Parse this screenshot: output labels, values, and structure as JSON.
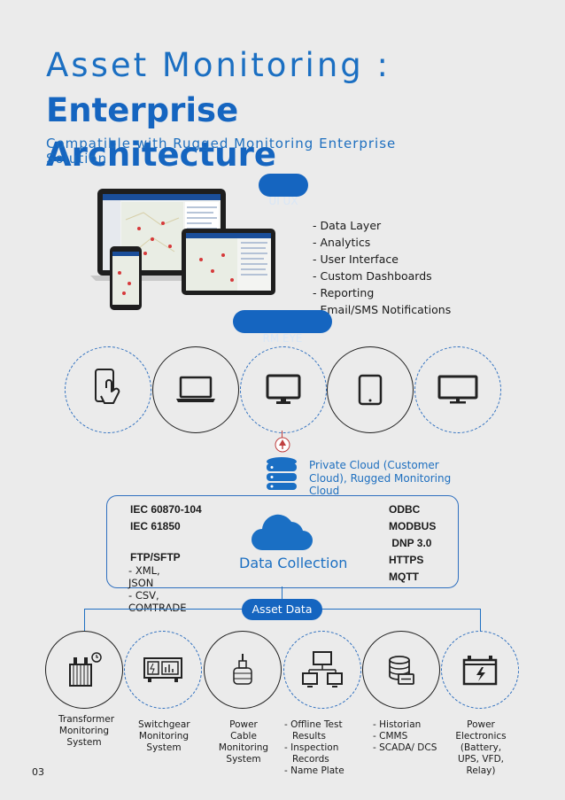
{
  "header": {
    "title_line1": "Asset Monitoring :",
    "title_line2": "Enterprise Architecture",
    "subtitle": "Compatible with Rugged Monitoring Enterprise Solution"
  },
  "uiux": {
    "pill_label": "UI UX",
    "features": [
      "Data Layer",
      "Analytics",
      "User Interface",
      "Custom Dashboards",
      "Reporting",
      "Email/SMS Notifications"
    ]
  },
  "rm_eye": {
    "pill_label": "RM EYE"
  },
  "devices": [
    "mobile-touch-icon",
    "laptop-icon",
    "desktop-icon",
    "tablet-icon",
    "monitor-icon"
  ],
  "cloud": {
    "label": "Private Cloud (Customer Cloud),  Rugged Monitoring Cloud"
  },
  "data_collection": {
    "label": "Data Collection",
    "left_protocols": [
      "IEC 60870-104",
      "IEC 61850"
    ],
    "ftp_label": "FTP/SFTP",
    "formats": [
      "XML, JSON",
      "CSV, COMTRADE"
    ],
    "right_protocols": [
      "ODBC",
      "MODBUS",
      " DNP 3.0",
      "HTTPS",
      "MQTT"
    ]
  },
  "asset_data": {
    "label": "Asset Data"
  },
  "sources": [
    {
      "label": "Transformer Monitoring System"
    },
    {
      "label": "Switchgear Monitoring  System"
    },
    {
      "label": "Power Cable Monitoring System"
    },
    {
      "items": [
        "Offline Test Results",
        "Inspection Records",
        "Name Plate"
      ]
    },
    {
      "items": [
        "Historian",
        "CMMS",
        "SCADA/ DCS"
      ]
    },
    {
      "label": "Power Electronics (Battery, UPS, VFD, Relay)"
    }
  ],
  "page_number": "03",
  "colors": {
    "accent": "#1565c0",
    "background": "#ebebeb"
  }
}
